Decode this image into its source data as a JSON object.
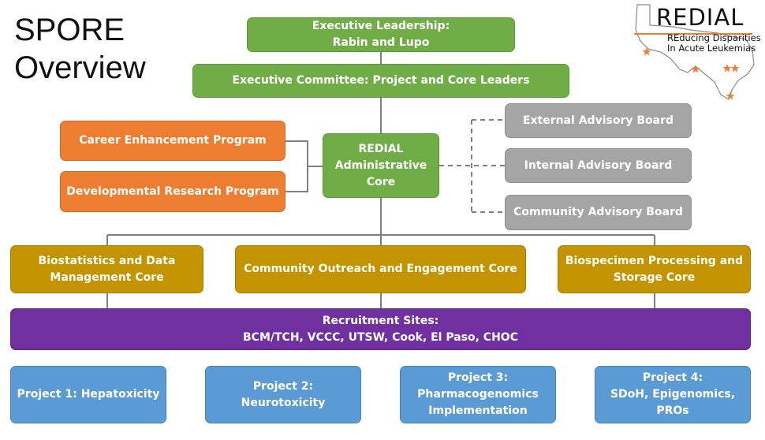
{
  "title_lines": [
    "SPORE",
    "Overview"
  ],
  "logo": {
    "name": "REDIAL",
    "tagline_lines": [
      "REducing Disparities",
      "In Acute Leukemias"
    ],
    "accent_color": "#ed7d31"
  },
  "leadership": {
    "executive": [
      "Executive Leadership:",
      "Rabin and Lupo"
    ],
    "committee": [
      "Executive Committee: Project and Core Leaders"
    ]
  },
  "programs": [
    [
      "Career Enhancement Program"
    ],
    [
      "Developmental Research Program"
    ]
  ],
  "admin_core": [
    "REDIAL",
    "Administrative",
    "Core"
  ],
  "advisory_boards": [
    [
      "External Advisory Board"
    ],
    [
      "Internal Advisory Board"
    ],
    [
      "Community Advisory Board"
    ]
  ],
  "cores": [
    [
      "Biostatistics and Data",
      "Management Core"
    ],
    [
      "Community Outreach and Engagement Core"
    ],
    [
      "Biospecimen Processing and",
      "Storage Core"
    ]
  ],
  "recruitment": [
    "Recruitment Sites:",
    "BCM/TCH, VCCC, UTSW, Cook, El Paso, CHOC"
  ],
  "projects": [
    [
      "Project 1: Hepatoxicity"
    ],
    [
      "Project 2: Neurotoxicity"
    ],
    [
      "Project 3:",
      "Pharmacogenomics",
      "Implementation"
    ],
    [
      "Project 4:",
      "SDoH, Epigenomics,",
      "PROs"
    ]
  ],
  "colors": {
    "leadership": "#70ad47",
    "programs": "#ed7d31",
    "advisory": "#a5a5a5",
    "cores": "#c39300",
    "recruitment": "#7030a0",
    "projects": "#5b9bd5",
    "connector": "#7f7f7f"
  }
}
